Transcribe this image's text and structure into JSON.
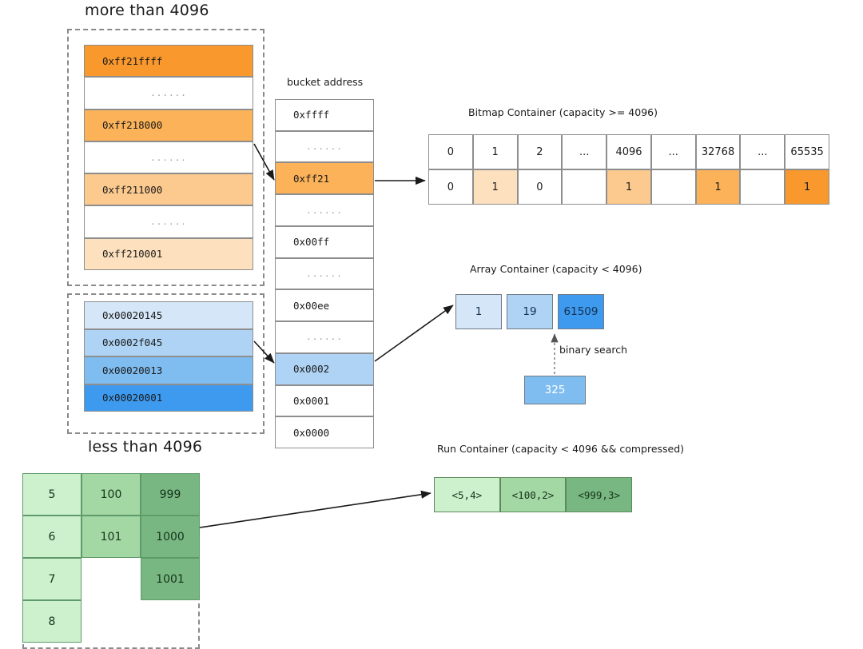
{
  "labels": {
    "more_than": "more than 4096",
    "less_than": "less than 4096",
    "bucket_address": "bucket address",
    "bitmap_title": "Bitmap Container (capacity >= 4096)",
    "array_title": "Array Container (capacity < 4096)",
    "run_title": "Run Container (capacity < 4096 && compressed)",
    "binary_search": "binary search"
  },
  "colors": {
    "orange_1": "#f9982c",
    "orange_2": "#fbb259",
    "orange_3": "#fcc98e",
    "orange_4": "#fde0bd",
    "blue_1": "#d4e6f7",
    "blue_2": "#aed3f4",
    "blue_3": "#7fbdf0",
    "blue_4": "#3d9aef",
    "green_1": "#cdf0cd",
    "green_2": "#a3d7a3",
    "green_3": "#79b782",
    "dashed_border": "#8a8a8a",
    "arrow": "#1a1a1a"
  },
  "high_group": {
    "rows": [
      {
        "text": "0xff21ffff",
        "kind": "value",
        "shade": "orange_1"
      },
      {
        "text": "......",
        "kind": "dots",
        "shade": "white"
      },
      {
        "text": "0xff218000",
        "kind": "value",
        "shade": "orange_2"
      },
      {
        "text": "......",
        "kind": "dots",
        "shade": "white"
      },
      {
        "text": "0xff211000",
        "kind": "value",
        "shade": "orange_3"
      },
      {
        "text": "......",
        "kind": "dots",
        "shade": "white"
      },
      {
        "text": "0xff210001",
        "kind": "value",
        "shade": "orange_4"
      }
    ]
  },
  "low_group": {
    "rows": [
      {
        "text": "0x00020145",
        "kind": "value",
        "shade": "blue_1"
      },
      {
        "text": "0x0002f045",
        "kind": "value",
        "shade": "blue_2"
      },
      {
        "text": "0x00020013",
        "kind": "value",
        "shade": "blue_3"
      },
      {
        "text": "0x00020001",
        "kind": "value",
        "shade": "blue_4"
      }
    ]
  },
  "bucket_column": {
    "rows": [
      {
        "text": "0xffff",
        "kind": "value",
        "shade": "white"
      },
      {
        "text": "......",
        "kind": "dots",
        "shade": "white"
      },
      {
        "text": "0xff21",
        "kind": "value",
        "shade": "orange_2"
      },
      {
        "text": "......",
        "kind": "dots",
        "shade": "white"
      },
      {
        "text": "0x00ff",
        "kind": "value",
        "shade": "white"
      },
      {
        "text": "......",
        "kind": "dots",
        "shade": "white"
      },
      {
        "text": "0x00ee",
        "kind": "value",
        "shade": "white"
      },
      {
        "text": "......",
        "kind": "dots",
        "shade": "white"
      },
      {
        "text": "0x0002",
        "kind": "value",
        "shade": "blue_2"
      },
      {
        "text": "0x0001",
        "kind": "value",
        "shade": "white"
      },
      {
        "text": "0x0000",
        "kind": "value",
        "shade": "white"
      }
    ]
  },
  "bitmap": {
    "index_row": [
      "0",
      "1",
      "2",
      "...",
      "4096",
      "...",
      "32768",
      "...",
      "65535"
    ],
    "bit_row": [
      "0",
      "1",
      "0",
      "",
      "1",
      "",
      "1",
      "",
      "1"
    ],
    "bit_fills": [
      "white",
      "orange_4",
      "white",
      "white",
      "orange_3",
      "white",
      "orange_2",
      "white",
      "orange_1"
    ]
  },
  "array_container": {
    "cells": [
      {
        "text": "1",
        "shade": "blue_1"
      },
      {
        "text": "19",
        "shade": "blue_2"
      },
      {
        "text": "61509",
        "shade": "blue_4"
      }
    ],
    "probe": {
      "text": "325",
      "shade": "blue_3"
    }
  },
  "run_container": {
    "cells": [
      {
        "text": "<5,4>",
        "shade": "green_1"
      },
      {
        "text": "<100,2>",
        "shade": "green_2"
      },
      {
        "text": "<999,3>",
        "shade": "green_3"
      }
    ]
  },
  "source_table": {
    "col1": [
      "5",
      "6",
      "7",
      "8"
    ],
    "col2": [
      "100",
      "101"
    ],
    "col3": [
      "999",
      "1000",
      "1001"
    ]
  }
}
